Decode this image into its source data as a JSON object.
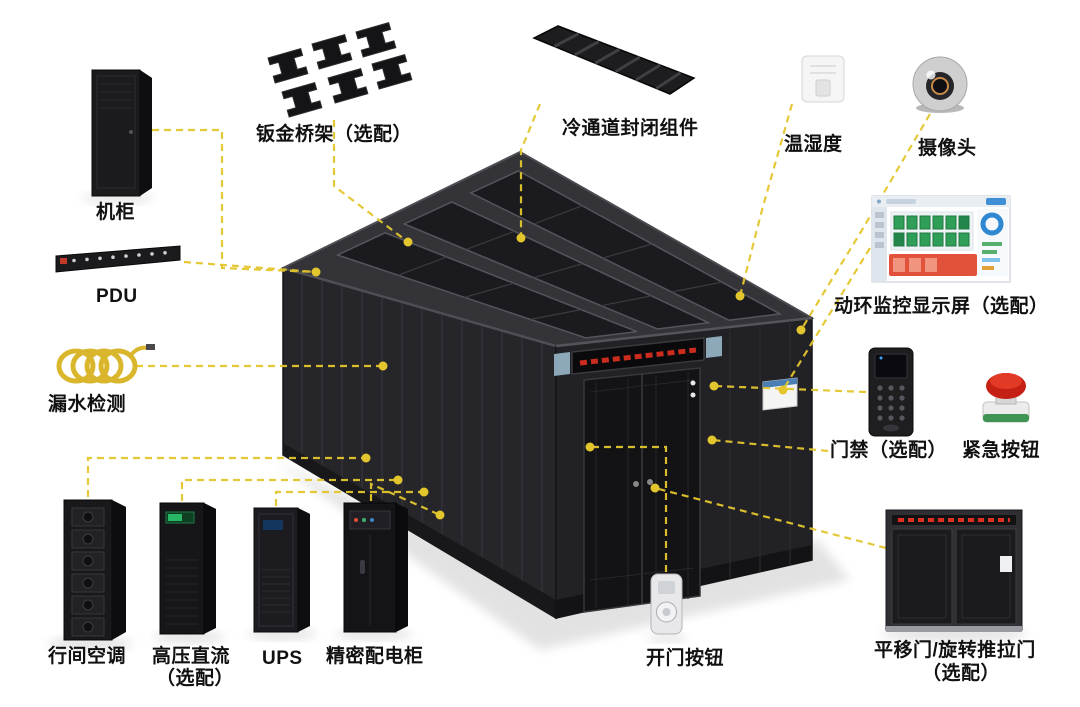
{
  "diagram": {
    "colors": {
      "connector_yellow": "#e3c62e",
      "led_red": "#e03020",
      "module_black": "#222226",
      "background": "#ffffff"
    },
    "components": {
      "rack": {
        "label": "机柜"
      },
      "cable_tray": {
        "label": "钣金桥架（选配）"
      },
      "cold_aisle_kit": {
        "label": "冷通道封闭组件"
      },
      "temp_humidity": {
        "label": "温湿度"
      },
      "camera": {
        "label": "摄像头"
      },
      "pdu": {
        "label": "PDU"
      },
      "monitor_display": {
        "label": "动环监控显示屏（选配）"
      },
      "leak_detection": {
        "label": "漏水检测"
      },
      "access_control": {
        "label": "门禁（选配）"
      },
      "emergency_button": {
        "label": "紧急按钮"
      },
      "row_air_conditioner": {
        "label": "行间空调"
      },
      "hvdc": {
        "label": "高压直流",
        "sublabel": "（选配）"
      },
      "ups": {
        "label": "UPS"
      },
      "precision_pdu_cabinet": {
        "label": "精密配电柜"
      },
      "door_open_button": {
        "label": "开门按钮"
      },
      "sliding_door": {
        "label": "平移门/旋转推拉门",
        "sublabel": "（选配）"
      }
    }
  }
}
